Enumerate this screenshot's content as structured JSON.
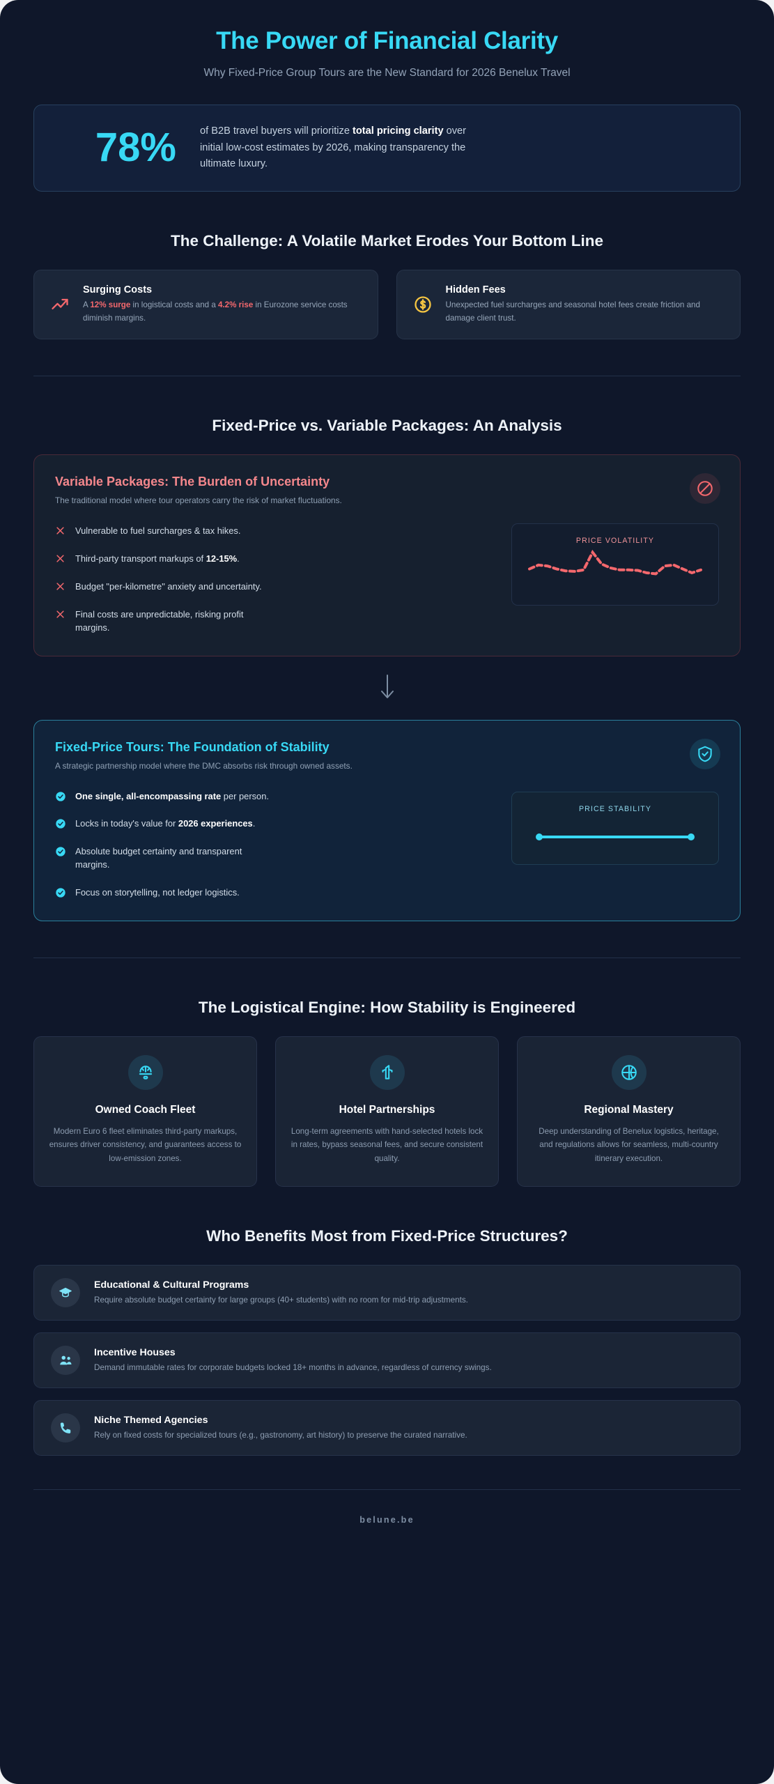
{
  "hero": {
    "title": "The Power of Financial Clarity",
    "subtitle": "Why Fixed-Price Group Tours are the New Standard for 2026 Benelux Travel"
  },
  "stat": {
    "number": "78%",
    "text_1": "of B2B travel buyers will prioritize ",
    "bold_1": "total pricing clarity",
    "text_2": " over initial low-cost estimates by 2026, making transparency the ultimate luxury."
  },
  "challenge": {
    "title": "The Challenge: A Volatile Market Erodes Your Bottom Line",
    "cards": [
      {
        "icon": "trending-up-icon",
        "title": "Surging Costs",
        "text_1": "A ",
        "bold_1": "12% surge",
        "text_2": " in logistical costs and a ",
        "bold_2": "4.2% rise",
        "text_3": " in Eurozone service costs diminish margins."
      },
      {
        "icon": "dollar-circle-icon",
        "title": "Hidden Fees",
        "text_1": "Unexpected fuel surcharges and seasonal hotel fees create friction and damage client trust.",
        "bold_1": "",
        "text_2": "",
        "bold_2": "",
        "text_3": ""
      }
    ]
  },
  "analysis": {
    "title": "Fixed-Price vs. Variable Packages: An Analysis",
    "arrow": "↓",
    "negative": {
      "badge_icon": "no-entry-icon",
      "title": "Variable Packages: The Burden of Uncertainty",
      "subtitle": "The traditional model where tour operators carry the risk of market fluctuations.",
      "items": [
        {
          "text_1": "Vulnerable to fuel surcharges & tax hikes.",
          "bold": "",
          "text_2": ""
        },
        {
          "text_1": "Third-party transport markups of ",
          "bold": "12-15%",
          "text_2": "."
        },
        {
          "text_1": "Budget \"per-kilometre\" anxiety and uncertainty.",
          "bold": "",
          "text_2": ""
        },
        {
          "text_1": "Final costs are unpredictable, risking profit margins.",
          "bold": "",
          "text_2": ""
        }
      ],
      "chart_label": "PRICE VOLATILITY"
    },
    "positive": {
      "badge_icon": "shield-check-icon",
      "title": "Fixed-Price Tours: The Foundation of Stability",
      "subtitle": "A strategic partnership model where the DMC absorbs risk through owned assets.",
      "items": [
        {
          "text_1": "",
          "bold": "One single, all-encompassing rate",
          "text_2": " per person."
        },
        {
          "text_1": "Locks in today's value for ",
          "bold": "2026 experiences",
          "text_2": "."
        },
        {
          "text_1": "Absolute budget certainty and transparent margins.",
          "bold": "",
          "text_2": ""
        },
        {
          "text_1": "Focus on storytelling, not ledger logistics.",
          "bold": "",
          "text_2": ""
        }
      ],
      "chart_label": "PRICE STABILITY"
    }
  },
  "engine": {
    "title": "The Logistical Engine: How Stability is Engineered",
    "cards": [
      {
        "icon": "bus-icon",
        "title": "Owned Coach Fleet",
        "text": "Modern Euro 6 fleet eliminates third-party markups, ensures driver consistency, and guarantees access to low-emission zones."
      },
      {
        "icon": "hotel-icon",
        "title": "Hotel Partnerships",
        "text": "Long-term agreements with hand-selected hotels lock in rates, bypass seasonal fees, and secure consistent quality."
      },
      {
        "icon": "globe-icon",
        "title": "Regional Mastery",
        "text": "Deep understanding of Benelux logistics, heritage, and regulations allows for seamless, multi-country itinerary execution."
      }
    ]
  },
  "benefits": {
    "title": "Who Benefits Most from Fixed-Price Structures?",
    "rows": [
      {
        "icon": "graduation-cap-icon",
        "title": "Educational & Cultural Programs",
        "text": "Require absolute budget certainty for large groups (40+ students) with no room for mid-trip adjustments."
      },
      {
        "icon": "users-icon",
        "title": "Incentive Houses",
        "text": "Demand immutable rates for corporate budgets locked 18+ months in advance, regardless of currency swings."
      },
      {
        "icon": "phone-icon",
        "title": "Niche Themed Agencies",
        "text": "Rely on fixed costs for specialized tours (e.g., gastronomy, art history) to preserve the curated narrative."
      }
    ]
  },
  "footer": {
    "brand": "belune.be"
  },
  "colors": {
    "background": "#0f172a",
    "accent": "#38d9f5",
    "danger": "#f4686d",
    "warning": "#f5c542",
    "card": "#1b2639",
    "text_muted": "#8e9eb2"
  },
  "chart_data": [
    {
      "type": "line",
      "title": "PRICE VOLATILITY",
      "style": "dashed",
      "color": "#f4686d",
      "xlabel": "",
      "ylabel": "",
      "x": [
        0,
        1,
        2,
        3,
        4,
        5,
        6,
        7,
        8,
        9,
        10,
        11,
        12,
        13,
        14,
        15,
        16,
        17,
        18,
        19
      ],
      "values": [
        38,
        46,
        44,
        38,
        34,
        33,
        36,
        72,
        48,
        40,
        36,
        36,
        35,
        30,
        28,
        44,
        46,
        38,
        30,
        36
      ],
      "ylim": [
        0,
        80
      ],
      "grid": false,
      "legend": "none"
    },
    {
      "type": "line",
      "title": "PRICE STABILITY",
      "style": "solid",
      "color": "#38d9f5",
      "xlabel": "",
      "ylabel": "",
      "x": [
        0,
        1
      ],
      "values": [
        50,
        50
      ],
      "ylim": [
        0,
        100
      ],
      "grid": false,
      "legend": "none",
      "markers": "endpoints"
    }
  ]
}
